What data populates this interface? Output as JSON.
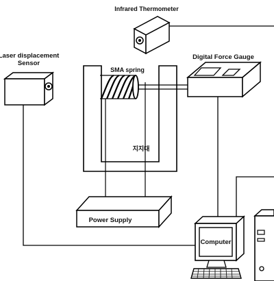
{
  "labels": {
    "infrared_thermometer": "Infrared Thermometer",
    "laser_sensor_line1": "Laser displacement",
    "laser_sensor_line2": "Sensor",
    "sma_spring": "SMA spring",
    "digital_force_gauge": "Digital Force Gauge",
    "fixture": "지지대",
    "power_supply": "Power Supply",
    "computer": "Computer"
  }
}
